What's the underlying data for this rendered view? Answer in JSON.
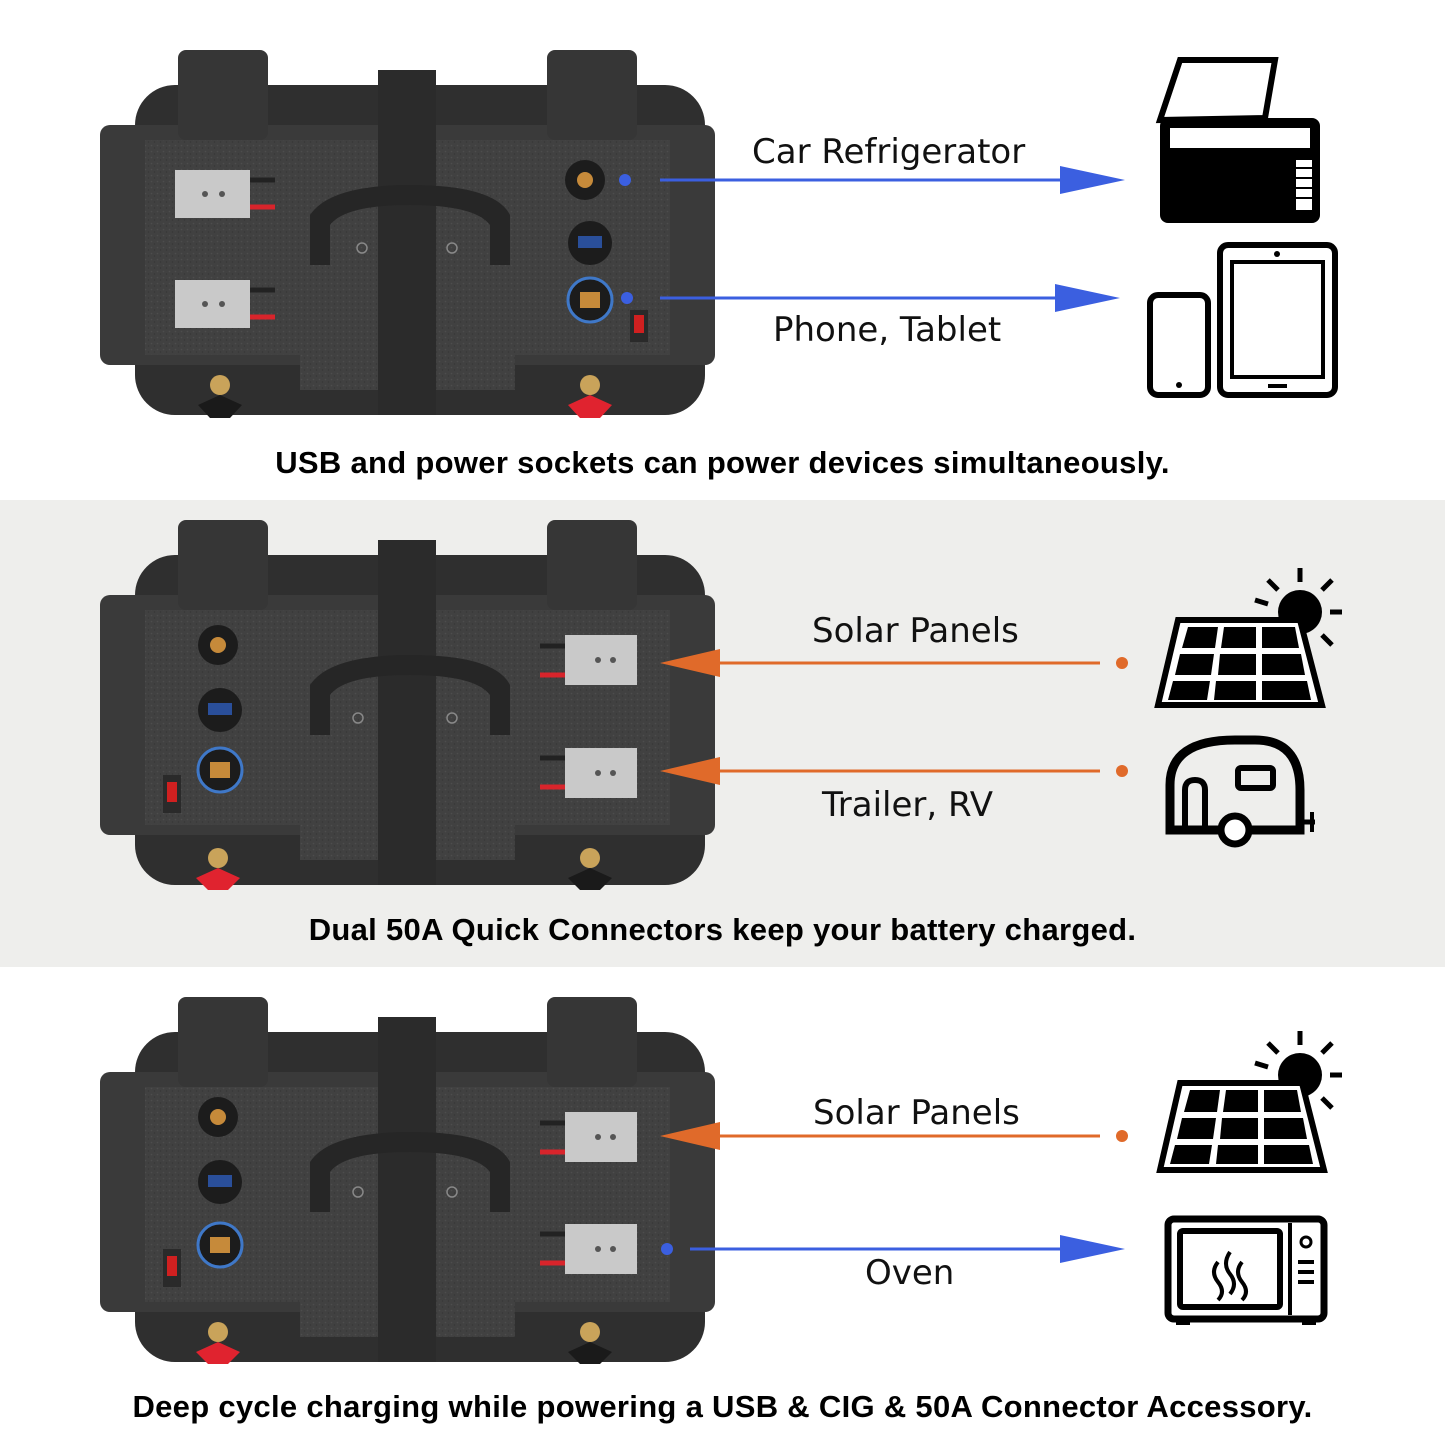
{
  "panels": [
    {
      "caption": "USB and power sockets can power devices simultaneously.",
      "labels": [
        "Car Refrigerator",
        "Phone, Tablet"
      ],
      "devices": [
        "car-refrigerator-icon",
        "phone-tablet-icon"
      ],
      "arrow_colors": [
        "#3b5fe0",
        "#3b5fe0"
      ]
    },
    {
      "caption": "Dual 50A Quick Connectors keep your battery charged.",
      "labels": [
        "Solar Panels",
        "Trailer, RV"
      ],
      "devices": [
        "solar-panel-icon",
        "camper-trailer-icon"
      ],
      "arrow_colors": [
        "#e06a2a",
        "#e06a2a"
      ]
    },
    {
      "caption": "Deep cycle charging while powering a USB & CIG & 50A Connector Accessory.",
      "labels": [
        "Solar Panels",
        "Oven"
      ],
      "devices": [
        "solar-panel-icon",
        "microwave-oven-icon"
      ],
      "arrow_colors": [
        "#e06a2a",
        "#3b5fe0"
      ]
    }
  ],
  "colors": {
    "band_alt": "#eeeeec",
    "box_body": "#3a3a3a",
    "blue_arrow": "#3b5fe0",
    "orange_arrow": "#e06a2a",
    "terminal_red": "#e0232f"
  }
}
